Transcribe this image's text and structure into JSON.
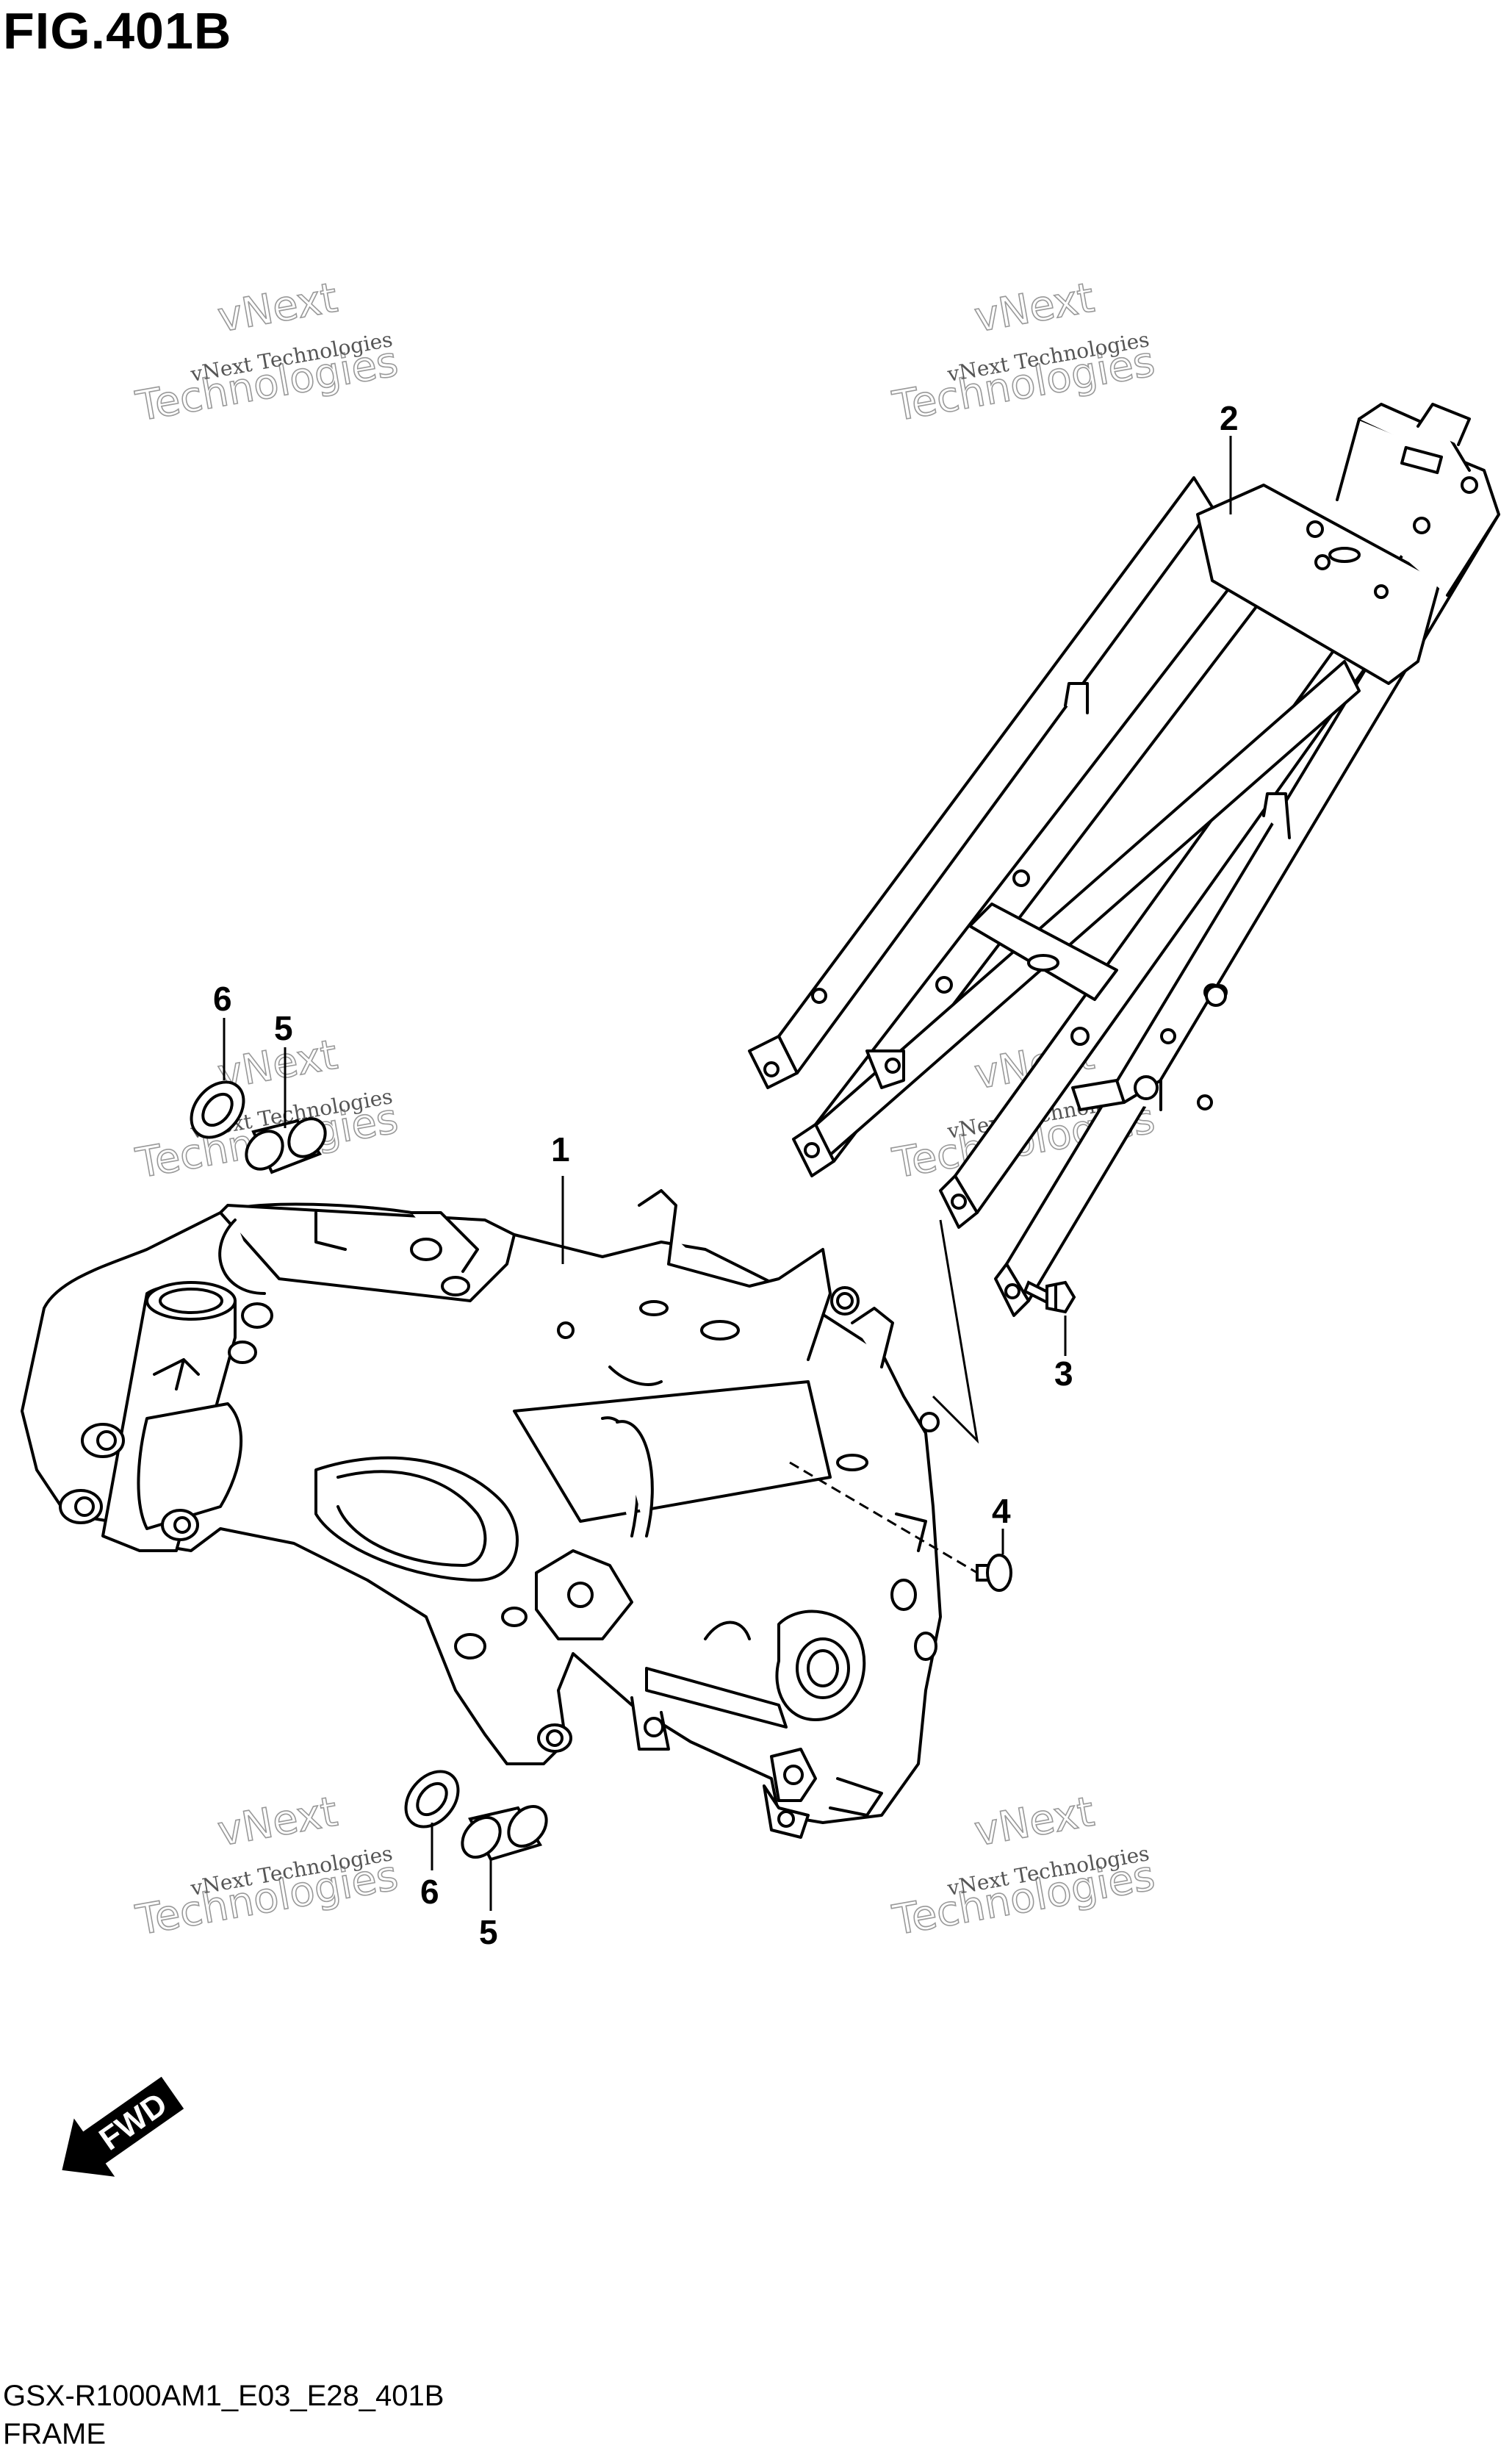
{
  "header": {
    "title": "FIG.401B"
  },
  "footer": {
    "model_code": "GSX-R1000AM1_E03_E28_401B",
    "section_name": "FRAME"
  },
  "callouts": [
    "1",
    "2",
    "3",
    "4",
    "5",
    "6",
    "5",
    "6"
  ],
  "watermark": {
    "line1": "vNext Technologies",
    "line2": "vNext",
    "line3": "Technologies"
  },
  "direction_arrow": {
    "label": "FWD"
  }
}
